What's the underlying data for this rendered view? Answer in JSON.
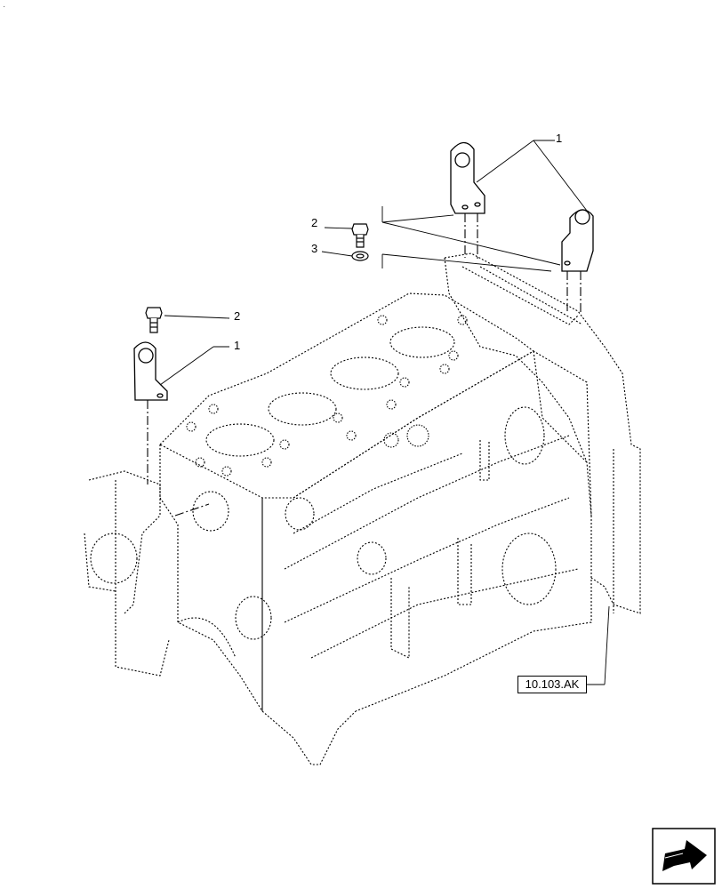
{
  "callouts": {
    "item1_top": "1",
    "item2_top": "2",
    "item3_top": "3",
    "item2_left": "2",
    "item1_left": "1"
  },
  "reference": {
    "code": "10.103.AK"
  },
  "corner_mark": "·",
  "icons": {
    "nav": "next-page-arrow-icon"
  }
}
